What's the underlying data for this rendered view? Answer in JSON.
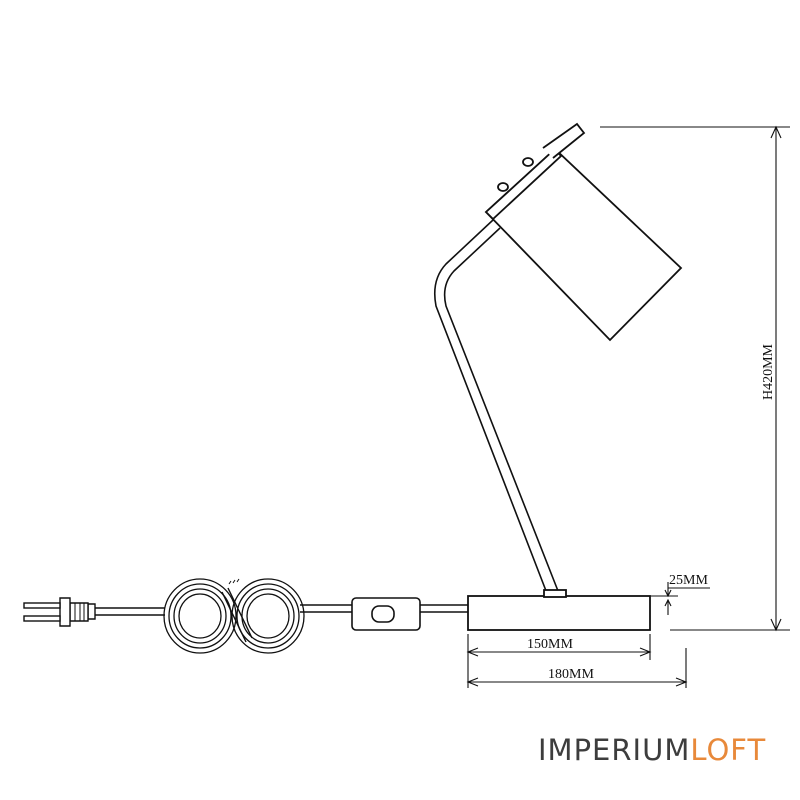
{
  "dimensions": {
    "height_label": "H420MM",
    "base_height_label": "25MM",
    "base_width_label": "150MM",
    "overall_width_label": "180MM"
  },
  "logo": {
    "part1": "IMPERIUM",
    "part2": "LOFT",
    "color_part1": "#3d3d3d",
    "color_part2": "#e8893a"
  },
  "line_color": "#111111"
}
